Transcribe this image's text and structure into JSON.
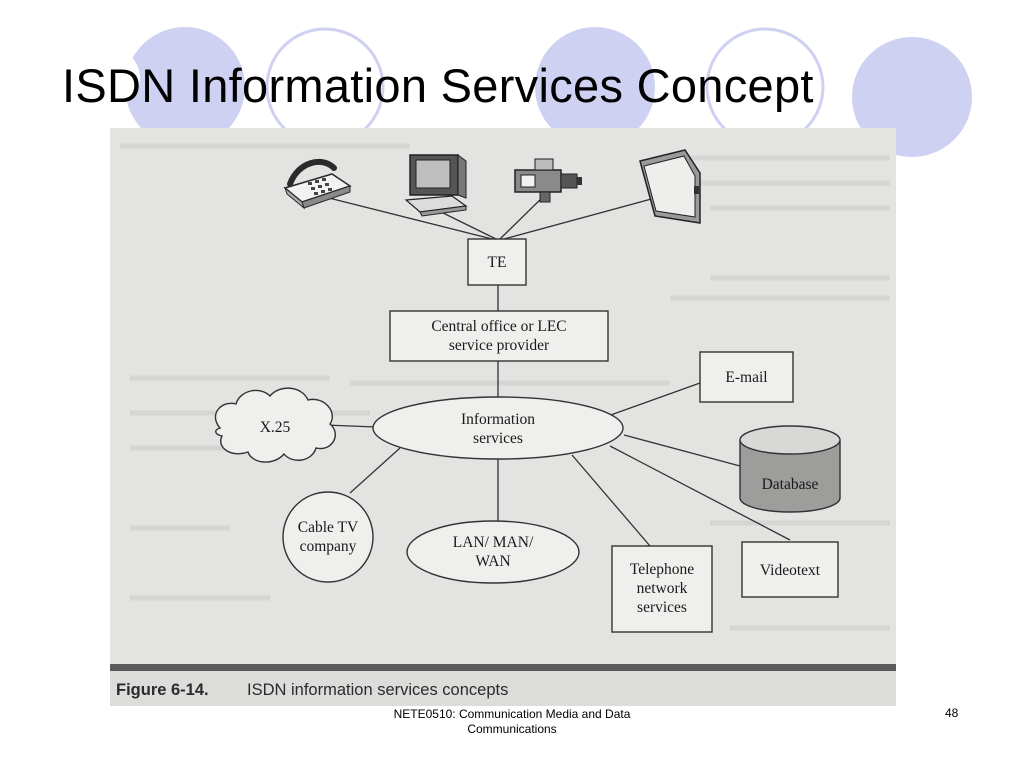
{
  "slide": {
    "title": "ISDN Information Services Concept",
    "footer": "NETE0510: Communication Media and Data Communications",
    "page_number": "48"
  },
  "figure": {
    "caption_number": "Figure 6-14.",
    "caption_text": "ISDN information services concepts",
    "devices": [
      "telephone-icon",
      "computer-terminal-icon",
      "video-camera-icon",
      "television-icon"
    ],
    "nodes": {
      "te": "TE",
      "central_office": "Central office or LEC\nservice provider",
      "information_services": "Information\nservices",
      "email": "E-mail",
      "x25": "X.25",
      "database": "Database",
      "cable_tv": "Cable TV\ncompany",
      "lan_man_wan": "LAN/ MAN/\nWAN",
      "telephone_network": "Telephone\nnetwork\nservices",
      "videotext": "Videotext"
    }
  },
  "colors": {
    "decor_circle": "#cfd1f2",
    "scan_background": "#e3e3e1",
    "caption_rule": "#5b5b5b"
  }
}
